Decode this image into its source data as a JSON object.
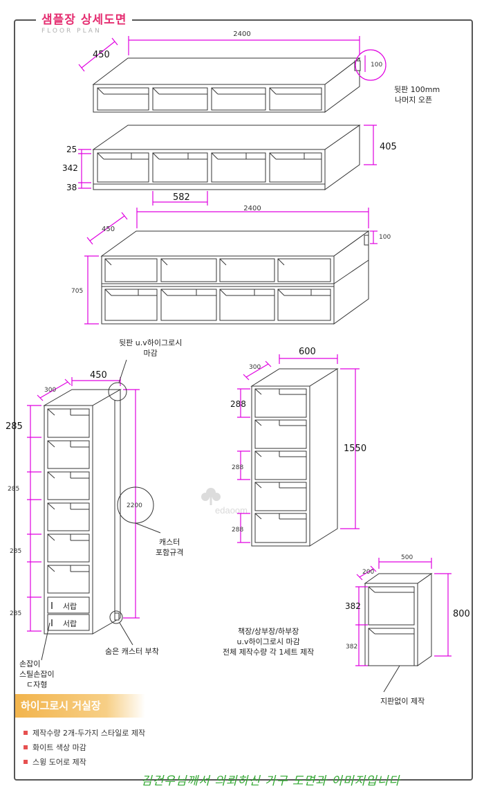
{
  "title": "샘플장 상세도면",
  "subtitle": "FLOOR PLAN",
  "watermark": "edaoom",
  "colors": {
    "dimension": "#e000e0",
    "line": "#333333",
    "accent": "#e52e71",
    "footer": "#32a832"
  },
  "dims": {
    "d2400a": "2400",
    "d450a": "450",
    "d100a": "100",
    "d25": "25",
    "d342": "342",
    "d38": "38",
    "d405": "405",
    "d582": "582",
    "d2400b": "2400",
    "d450b": "450",
    "d100b": "100",
    "d705": "705",
    "d300a": "300",
    "d450c": "450",
    "d285a": "285",
    "d285b": "285",
    "d285c": "285",
    "d285d": "285",
    "d2200": "2200",
    "d300b": "300",
    "d600": "600",
    "d288a": "288",
    "d288b": "288",
    "d288c": "288",
    "d1550": "1550",
    "d200": "200",
    "d500": "500",
    "d382a": "382",
    "d382b": "382",
    "d800": "800"
  },
  "drawer_labels": [
    "서랍",
    "서랍"
  ],
  "notes": {
    "back_100": [
      "뒷판 100mm",
      "나머지 오픈"
    ],
    "back_uv": [
      "뒷판 u.v하이그로시",
      "마감"
    ],
    "caster_spec": [
      "캐스터",
      "포함규격"
    ],
    "hidden_caster": "숨은 캐스터 부착",
    "handle": [
      "손잡이",
      "스틸손잡이",
      "ㄷ자형"
    ],
    "set_note": [
      "책장/상부장/하부장",
      "u.v하이그로시 마감",
      "전체 제작수량 각 1세트 제작"
    ],
    "no_base": "지판없이 제작"
  },
  "section_title": "하이그로시 거실장",
  "bullets": [
    "제작수량 2개-두가지 스타일로 제작",
    "화이트 색상 마감",
    "스윙 도어로 제작"
  ],
  "footer": "김건우님께서 의뢰하신 가구 도면과 이미지입니다"
}
